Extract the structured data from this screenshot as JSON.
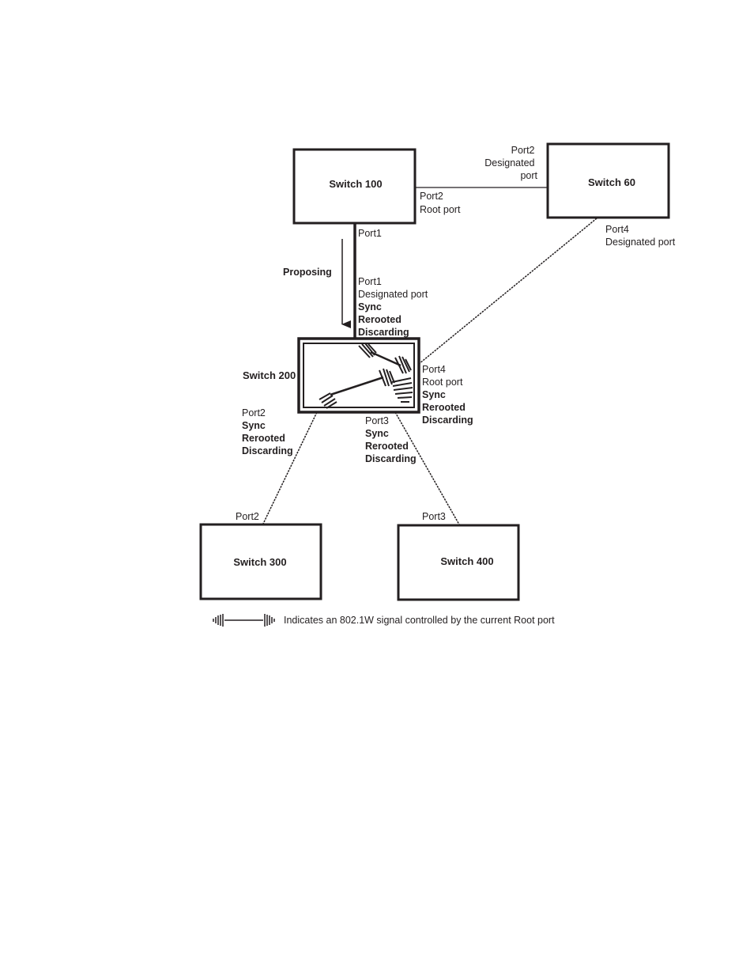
{
  "switches": {
    "s100": {
      "label": "Switch 100"
    },
    "s60": {
      "label": "Switch 60"
    },
    "s200": {
      "label": "Switch 200"
    },
    "s300": {
      "label": "Switch 300"
    },
    "s400": {
      "label": "Switch 400"
    }
  },
  "labels": {
    "s60_port2": {
      "line1": "Port2",
      "line2": "Designated",
      "line3": "port"
    },
    "s100_port2": {
      "line1": "Port2",
      "line2": "Root port"
    },
    "s100_port1": {
      "line1": "Port1"
    },
    "s60_port4": {
      "line1": "Port4",
      "line2": "Designated port"
    },
    "proposing": {
      "line1": "Proposing"
    },
    "s200_port1": {
      "line1": "Port1",
      "line2": "Designated port",
      "line3": "Sync",
      "line4": "Rerooted",
      "line5": "Discarding"
    },
    "s200_port4": {
      "line1": "Port4",
      "line2": "Root port",
      "line3": "Sync",
      "line4": "Rerooted",
      "line5": "Discarding"
    },
    "s200_port2": {
      "line1": "Port2",
      "line2": "Sync",
      "line3": "Rerooted",
      "line4": "Discarding"
    },
    "s200_port3": {
      "line1": "Port3",
      "line2": "Sync",
      "line3": "Rerooted",
      "line4": "Discarding"
    },
    "s300_port2": {
      "line1": "Port2"
    },
    "s400_port3": {
      "line1": "Port3"
    }
  },
  "legend": {
    "text": "Indicates an 802.1W signal controlled by the current Root port"
  },
  "colors": {
    "ink": "#231f20",
    "background": "#ffffff"
  }
}
